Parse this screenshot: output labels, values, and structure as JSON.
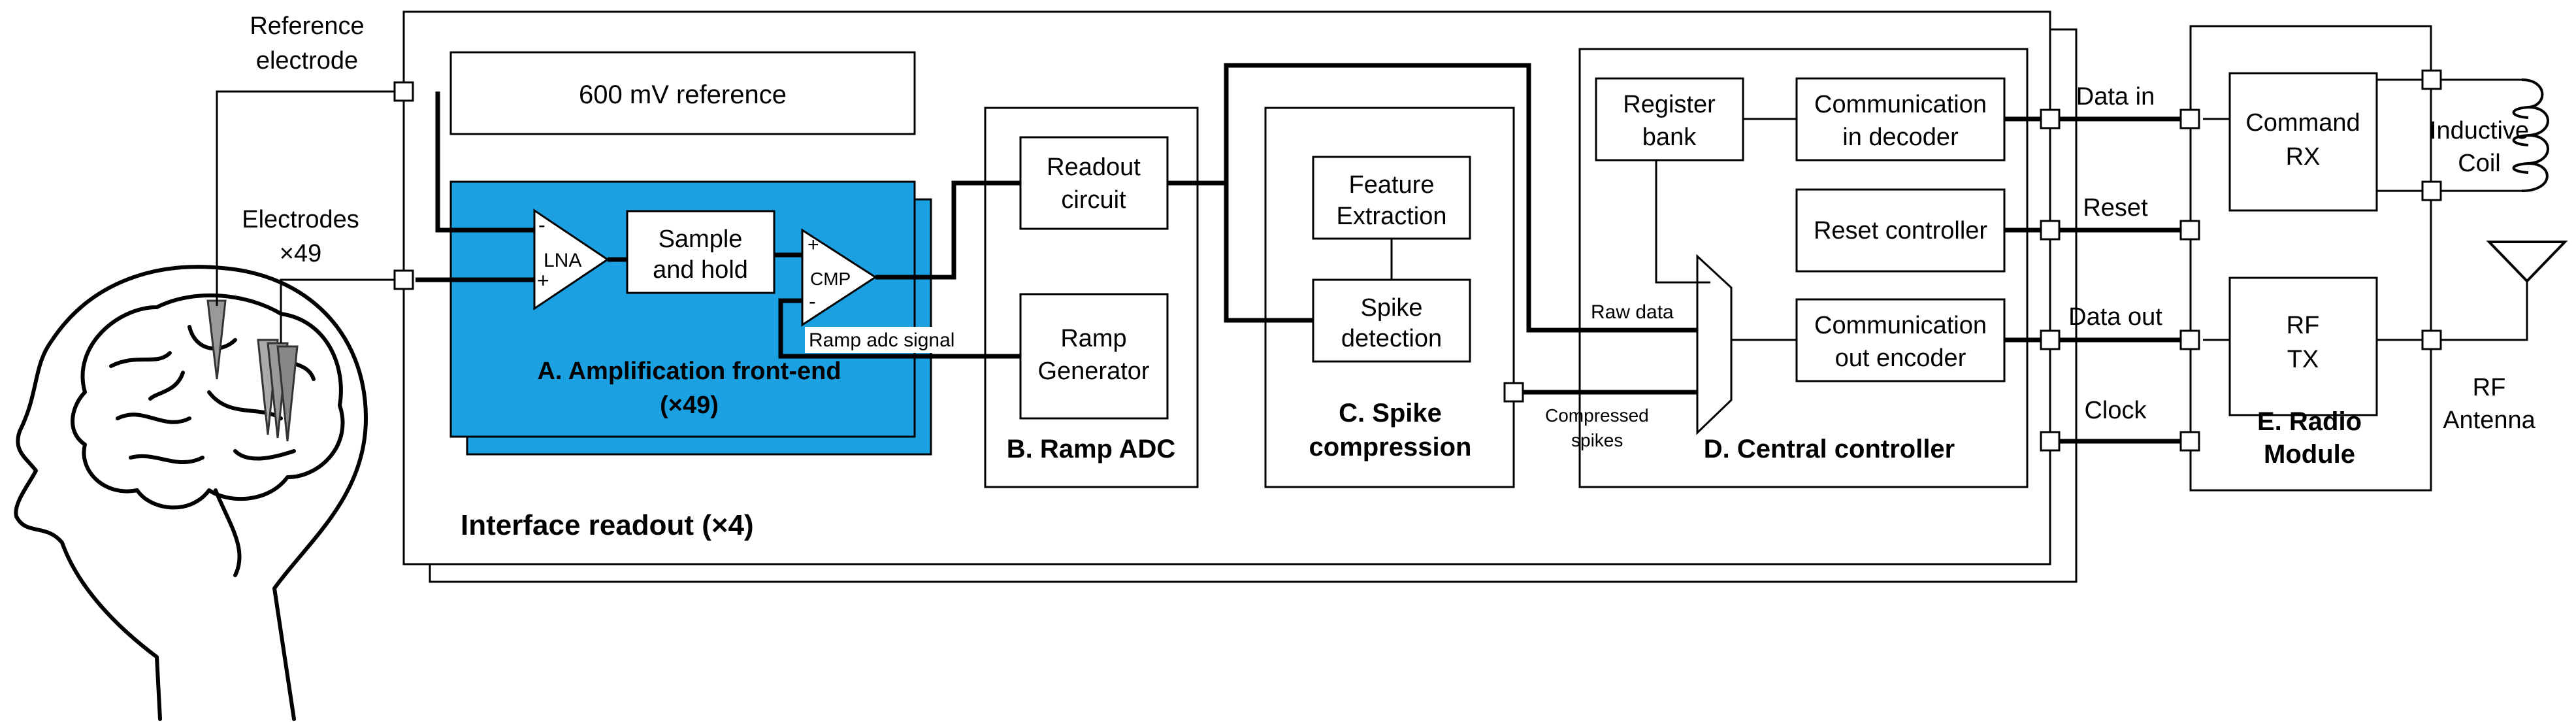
{
  "labels": {
    "reference_electrode_1": "Reference",
    "reference_electrode_2": "electrode",
    "electrodes_1": "Electrodes",
    "electrodes_2": "×49",
    "ref600": "600 mV reference",
    "lna": "LNA",
    "sample_hold_1": "Sample",
    "sample_hold_2": "and hold",
    "cmp": "CMP",
    "minus": "-",
    "plus": "+",
    "ramp_adc_signal": "Ramp adc signal",
    "afe_title_1": "A. Amplification front-end",
    "afe_title_2": "(×49)",
    "readout_1": "Readout",
    "readout_2": "circuit",
    "ramp_gen_1": "Ramp",
    "ramp_gen_2": "Generator",
    "ramp_adc_title": "B. Ramp ADC",
    "feature_1": "Feature",
    "feature_2": "Extraction",
    "spike_det_1": "Spike",
    "spike_det_2": "detection",
    "spike_comp_1": "C. Spike",
    "spike_comp_2": "compression",
    "register_1": "Register",
    "register_2": "bank",
    "comm_in_1": "Communication",
    "comm_in_2": "in decoder",
    "reset_ctrl": "Reset controller",
    "comm_out_1": "Communication",
    "comm_out_2": "out encoder",
    "raw_data": "Raw data",
    "compressed_1": "Compressed",
    "compressed_2": "spikes",
    "central_title": "D. Central controller",
    "interface_title": "Interface readout (×4)",
    "data_in": "Data in",
    "reset": "Reset",
    "data_out": "Data out",
    "clock": "Clock",
    "command_1": "Command",
    "command_2": "RX",
    "rf_tx_1": "RF",
    "rf_tx_2": "TX",
    "radio_1": "E. Radio",
    "radio_2": "Module",
    "coil_1": "Inductive",
    "coil_2": "Coil",
    "antenna_1": "RF",
    "antenna_2": "Antenna"
  },
  "colors": {
    "afe_fill": "#1BA1E2",
    "line": "#000000",
    "background": "#FFFFFF"
  },
  "icons": {
    "head": "human-head-brain-icon",
    "antenna": "antenna-icon",
    "coil": "inductive-coil-icon"
  }
}
